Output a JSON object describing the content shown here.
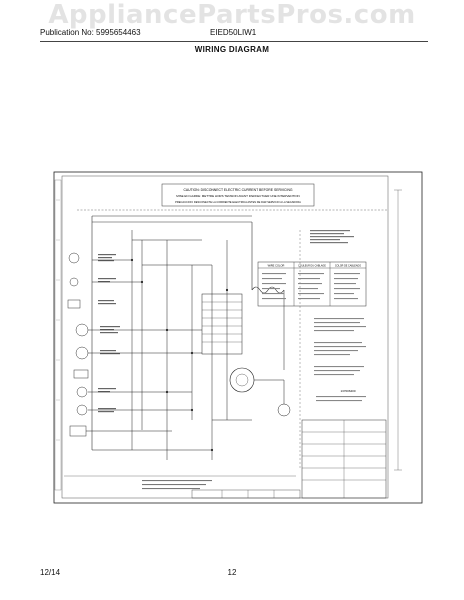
{
  "watermark": "AppliancePartsPros.com",
  "header": {
    "publication": "Publication No: 5995654463",
    "model": "EIED50LIW1",
    "section_title": "WIRING DIAGRAM"
  },
  "diagram": {
    "caution_lines": [
      "CAUTION: DISCONNECT ELECTRIC CURRENT BEFORE SERVICING",
      "MISE EN GARDE: METTRE HORS TENSION AVANT D'EFFECTUER UNE INTERVENTION",
      "PRECAUCION: DESCONECTE LA CORRIENTE ELECTRICA ANTES DE DAR SERVICIO A LA SECADORA"
    ],
    "part_number": "137006400",
    "switch_table_headers": [
      "WIRE COLOR",
      "COULEUR DU CABLAGE",
      "COLOR DE CABLEADO"
    ]
  },
  "footer": {
    "date": "12/14",
    "page": "12"
  }
}
